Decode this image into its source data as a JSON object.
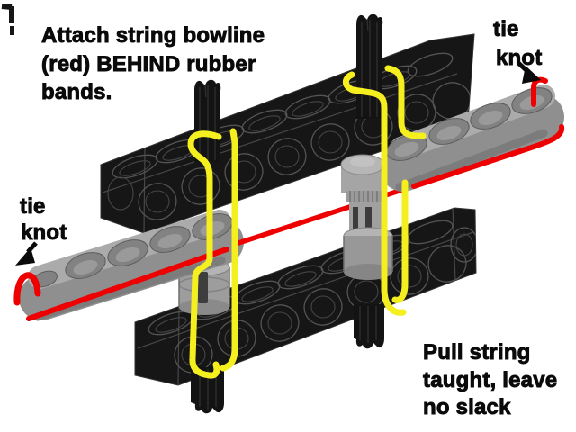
{
  "annotations": {
    "instruction_top": {
      "line1": "Attach string bowline",
      "line2": "(red) BEHIND rubber",
      "line3": "bands."
    },
    "tie_knot_right": {
      "word1": "tie",
      "word2": "knot"
    },
    "tie_knot_left": {
      "word1": "tie",
      "word2": "knot"
    },
    "instruction_bottom": {
      "line1": "Pull string",
      "line2": "taught, leave",
      "line3": "no slack"
    }
  },
  "colors": {
    "background": "#ffffff",
    "brick_black": "#161616",
    "brick_wireframe": "#545454",
    "beam_gray": "#8f8f8f",
    "beam_top_gray": "#ababab",
    "connector_gray": "#a3a3a3",
    "rubber_band_yellow": "#f6ef20",
    "string_red": "#ee0000",
    "text_black": "#0a0a0a"
  },
  "scene": {
    "parts": [
      {
        "name": "top-technic-brick",
        "color": "#161616"
      },
      {
        "name": "bottom-technic-brick",
        "color": "#161616"
      },
      {
        "name": "upper-gray-beam",
        "color": "#8f8f8f"
      },
      {
        "name": "lower-gray-beam",
        "color": "#8f8f8f"
      },
      {
        "name": "left-axle",
        "color": "#131313"
      },
      {
        "name": "right-axle",
        "color": "#131313"
      },
      {
        "name": "left-connector-stack",
        "color": "#9d9d9d"
      },
      {
        "name": "right-connector-stack",
        "color": "#a3a3a3"
      },
      {
        "name": "rubber-band-left",
        "color": "#f6ef20"
      },
      {
        "name": "rubber-band-right",
        "color": "#f6ef20"
      },
      {
        "name": "red-string",
        "color": "#ee0000"
      }
    ]
  }
}
